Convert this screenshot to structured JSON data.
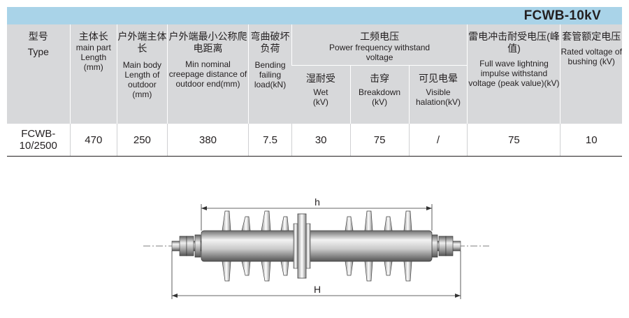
{
  "title": "FCWB-10kV",
  "headers": {
    "type": {
      "cn": "型号",
      "en": "Type"
    },
    "main_length": {
      "cn": "主体长",
      "en": "main part Length (mm)"
    },
    "outdoor_length": {
      "cn": "户外端主体长",
      "en": "Main body Length of outdoor (mm)"
    },
    "creepage": {
      "cn": "户外端最小公称爬电距离",
      "en": "Min nominal creepage distance of outdoor end(mm)"
    },
    "bending": {
      "cn": "弯曲破坏负荷",
      "en": "Bending failing load(kN)"
    },
    "power_freq": {
      "cn": "工频电压",
      "en": "Power frequency withstand voltage"
    },
    "wet": {
      "cn": "湿耐受",
      "en": "Wet (kV)"
    },
    "breakdown": {
      "cn": "击穿",
      "en": "Breakdown (kV)"
    },
    "visible": {
      "cn": "可见电晕",
      "en": "Visible halation(kV)"
    },
    "lightning": {
      "cn": "雷电冲击耐受电压(峰值)",
      "en": "Full wave lightning impulse withstand voltage (peak value)(kV)"
    },
    "rated": {
      "cn": "套管额定电压",
      "en": "Rated voltage of bushing (kV)"
    }
  },
  "row": {
    "type": "FCWB-10/2500",
    "main_length": "470",
    "outdoor_length": "250",
    "creepage": "380",
    "bending": "7.5",
    "wet": "30",
    "breakdown": "75",
    "visible": "/",
    "lightning": "75",
    "rated": "10"
  },
  "drawing": {
    "dim_h": "h",
    "dim_H": "H"
  }
}
